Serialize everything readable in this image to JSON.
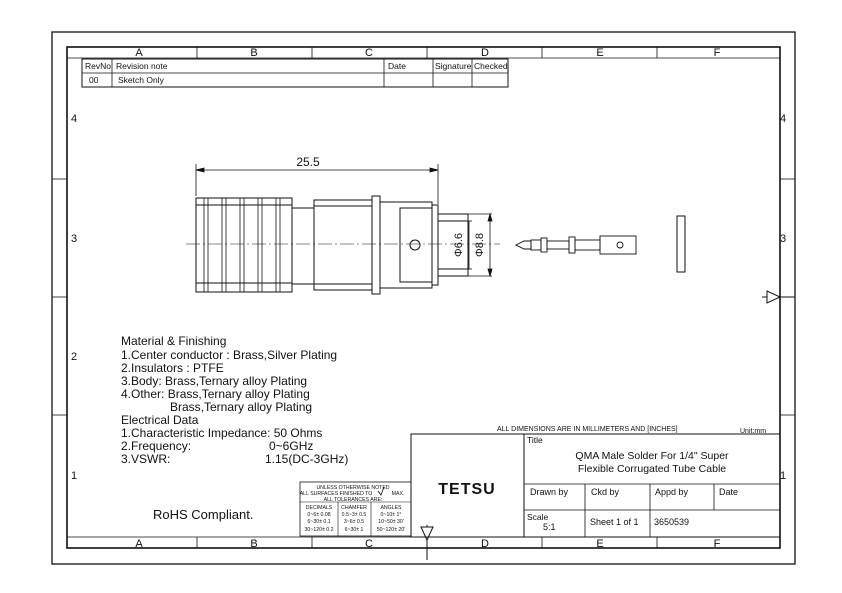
{
  "zone_letters": [
    "A",
    "B",
    "C",
    "D",
    "E",
    "F"
  ],
  "zone_numbers": [
    "4",
    "3",
    "2",
    "1"
  ],
  "revision_table": {
    "headers": {
      "rev_no": "RevNo",
      "note": "Revision note",
      "date": "Date",
      "signature": "Signature",
      "checked": "Checked"
    },
    "rows": [
      {
        "rev_no": "00",
        "note": "Sketch Only"
      }
    ]
  },
  "drawing": {
    "overall_length": "25.5",
    "diameter_inner": "Φ6.6",
    "diameter_outer": "Φ8.8"
  },
  "notes": [
    "Material & Finishing",
    "1.Center conductor : Brass,Silver Plating",
    "2.Insulators  :  PTFE",
    "3.Body: Brass,Ternary alloy Plating",
    "4.Other:  Brass,Ternary alloy Plating",
    "Brass,Ternary alloy Plating",
    "Electrical Data",
    "1.Characteristic Impedance:  50 Ohms",
    "2.Frequency:",
    "0~6GHz",
    "3.VSWR:",
    "1.15(DC-3GHz)"
  ],
  "rohs": "RoHS Compliant.",
  "tolerance_block": {
    "line1": "UNLESS OTHERWISE NOTED",
    "line2": "ALL SURFACES FINISHED TO",
    "max": "MAX.",
    "line3": "ALL TOLERANCES ARE:",
    "col1_head": "DECIMALS",
    "col2_head": "CHAMFER",
    "col3_head": "ANGLES",
    "col1": [
      "0~6± 0.08",
      "6~30± 0.1",
      "30~120± 0.2"
    ],
    "col2": [
      "0.5~3± 0.5",
      "3~6± 0.5",
      "6~30± 1"
    ],
    "col3": [
      "0~10± 1°",
      "10~50± 30'",
      "50~120± 20'"
    ]
  },
  "title_block": {
    "dimensions_note": "ALL DIMENSIONS ARE IN MILLIMETERS AND [INCHES]",
    "unit": "Unit:mm",
    "title_label": "Title",
    "title_line1": "QMA  Male  Solder For 1/4\" Super",
    "title_line2": "Flexible Corrugated Tube Cable",
    "company": "TETSU",
    "drawn_by": "Drawn by",
    "ckd_by": "Ckd by",
    "appd_by": "Appd by",
    "date": "Date",
    "scale_label": "Scale",
    "scale_value": "5:1",
    "sheet": "Sheet 1 of 1",
    "drawing_number": "3650539"
  }
}
